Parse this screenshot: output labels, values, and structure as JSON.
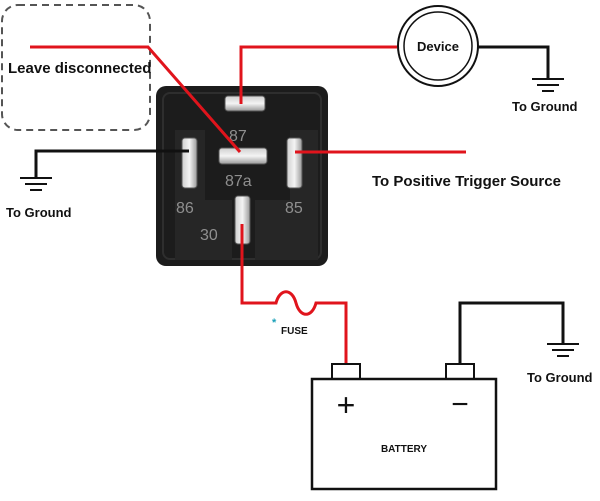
{
  "labels": {
    "leave_disconnected": "Leave disconnected",
    "device": "Device",
    "ground_right_top": "To Ground",
    "ground_left": "To Ground",
    "ground_battery": "To Ground",
    "positive_trigger": "To Positive Trigger Source",
    "fuse": "FUSE",
    "fuse_marker": "*",
    "battery": "BATTERY",
    "battery_plus": "+",
    "battery_minus": "−"
  },
  "relay": {
    "pins": {
      "p87": "87",
      "p87a": "87a",
      "p86": "86",
      "p85": "85",
      "p30": "30"
    }
  },
  "colors": {
    "wire_red": "#e0141c",
    "wire_black": "#111111",
    "relay_body": "#1c1c1c",
    "relay_text": "#8f8f8f",
    "fuse_marker": "#1aa0b8"
  }
}
